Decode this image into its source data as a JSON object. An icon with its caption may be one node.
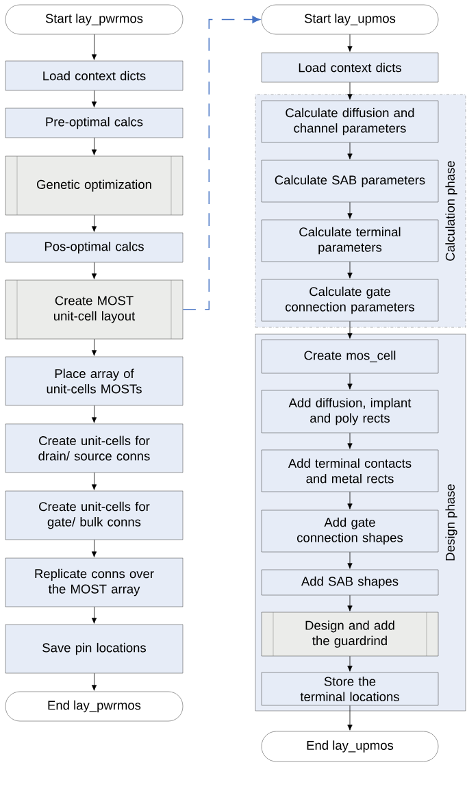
{
  "diagram": {
    "nodes": [
      {
        "text": [
          "Start lay_pwrmos"
        ]
      },
      {
        "text": [
          "Load context dicts"
        ]
      },
      {
        "text": [
          "Pre-optimal calcs"
        ]
      },
      {
        "text": [
          "Genetic optimization"
        ]
      },
      {
        "text": [
          "Pos-optimal calcs"
        ]
      },
      {
        "text": [
          "Create MOST unit-cell layout"
        ]
      },
      {
        "text": [
          "Place array of unit-cells MOSTs"
        ]
      },
      {
        "text": [
          "Create unit-cells for drain/ source conns"
        ]
      },
      {
        "text": [
          "Create unit-cells for gate/ bulk conns"
        ]
      },
      {
        "text": [
          "Replicate conns over the MOST array"
        ]
      },
      {
        "text": [
          "Save pin locations"
        ]
      },
      {
        "text": [
          "End lay_pwrmos"
        ]
      },
      {
        "text": [
          "Start lay_upmos"
        ]
      },
      {
        "text": [
          "Load context dicts"
        ]
      },
      {
        "text": [
          "Calculation phase"
        ]
      },
      {
        "text": [
          "Calculate diffusion and channel parameters"
        ],
        "in": 14
      },
      {
        "text": [
          "Calculate SAB parameters"
        ],
        "in": 14
      },
      {
        "text": [
          "Calculate terminal parameters"
        ],
        "in": 14
      },
      {
        "text": [
          "Calculate gate connection parameters"
        ],
        "in": 14
      },
      {
        "text": [
          "Design phase"
        ]
      },
      {
        "text": [
          "Create mos_cell"
        ],
        "in": 19
      },
      {
        "text": [
          "Add diffusion, implant and poly rects"
        ],
        "in": 19
      },
      {
        "text": [
          "Add terminal contacts and metal rects"
        ],
        "in": 19
      },
      {
        "text": [
          "Add gate connection shapes"
        ],
        "in": 19
      },
      {
        "text": [
          "Add SAB shapes"
        ],
        "in": 19
      },
      {
        "text": [
          "Design and add the guardrind"
        ],
        "in": 19
      },
      {
        "text": [
          "Store the terminal locations"
        ],
        "in": 19
      },
      {
        "text": [
          "End lay_upmos"
        ]
      }
    ],
    "edges": [
      {
        "from": 0,
        "to": 1,
        "arrow": "to"
      },
      {
        "from": 1,
        "to": 2,
        "arrow": "to"
      },
      {
        "from": 2,
        "to": 3,
        "arrow": "to"
      },
      {
        "from": 3,
        "to": 4,
        "arrow": "to"
      },
      {
        "from": 4,
        "to": 5,
        "arrow": "to"
      },
      {
        "from": 5,
        "to": 6,
        "arrow": "to"
      },
      {
        "from": 6,
        "to": 7,
        "arrow": "to"
      },
      {
        "from": 7,
        "to": 8,
        "arrow": "to"
      },
      {
        "from": 8,
        "to": 9,
        "arrow": "to"
      },
      {
        "from": 9,
        "to": 10,
        "arrow": "to"
      },
      {
        "from": 10,
        "to": 11,
        "arrow": "to"
      },
      {
        "from": 5,
        "to": 12,
        "arrow": "to",
        "style": "dashed",
        "color": "#4472c4"
      },
      {
        "from": 12,
        "to": 13,
        "arrow": "to"
      },
      {
        "from": 13,
        "to": 15,
        "arrow": "to"
      },
      {
        "from": 15,
        "to": 16,
        "arrow": "to"
      },
      {
        "from": 16,
        "to": 17,
        "arrow": "to"
      },
      {
        "from": 17,
        "to": 18,
        "arrow": "to"
      },
      {
        "from": 18,
        "to": 20,
        "arrow": "to"
      },
      {
        "from": 20,
        "to": 21,
        "arrow": "to"
      },
      {
        "from": 21,
        "to": 22,
        "arrow": "to"
      },
      {
        "from": 22,
        "to": 23,
        "arrow": "to"
      },
      {
        "from": 23,
        "to": 24,
        "arrow": "to"
      },
      {
        "from": 24,
        "to": 25,
        "arrow": "to"
      },
      {
        "from": 25,
        "to": 26,
        "arrow": "to"
      },
      {
        "from": 26,
        "to": 27,
        "arrow": "to"
      }
    ]
  }
}
